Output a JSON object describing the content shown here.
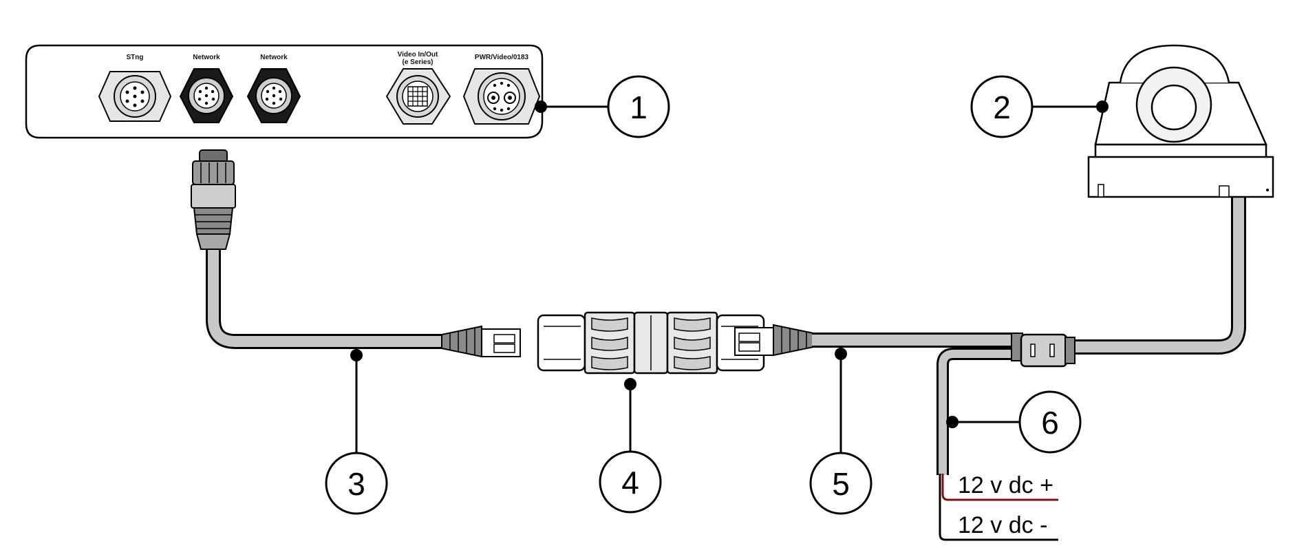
{
  "panel": {
    "ports": [
      {
        "name": "stng",
        "label": "STng"
      },
      {
        "name": "network-1",
        "label": "Network"
      },
      {
        "name": "network-2",
        "label": "Network"
      },
      {
        "name": "video",
        "label": "Video In/Out",
        "sublabel": "(e Series)"
      },
      {
        "name": "pwr",
        "label": "PWR/Video/0183"
      }
    ]
  },
  "callouts": [
    "1",
    "2",
    "3",
    "4",
    "5",
    "6"
  ],
  "power": {
    "positive_label": "12 v dc +",
    "negative_label": "12 v dc -",
    "positive_color": "#7a1010",
    "negative_color": "#000000"
  },
  "colors": {
    "cable_fill": "#c8c8c8",
    "connector_fill": "#bdbdbd",
    "panel_fill": "#ffffff",
    "outline": "#000000"
  }
}
